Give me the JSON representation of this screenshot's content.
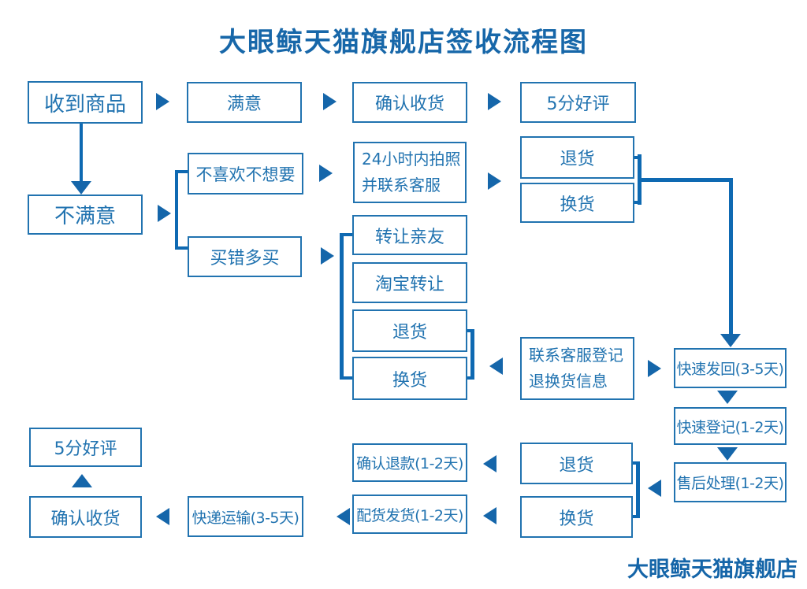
{
  "title": "大眼鲸天猫旗舰店签收流程图",
  "footer": "大眼鲸天猫旗舰店",
  "colors": {
    "title_blue": "#1767a9",
    "box_border_blue": "#2173b0",
    "connector_blue": "#0e69b2",
    "arrow_blue": "#1566aa",
    "background": "#ffffff"
  },
  "nodes": {
    "receive": "收到商品",
    "satisfied": "满意",
    "confirm_receipt_top": "确认收货",
    "five_star_top": "5分好评",
    "unsatisfied": "不满意",
    "dislike": "不喜欢不想要",
    "photo_24h_line1": "24小时内拍照",
    "photo_24h_line2": "并联系客服",
    "return_top": "退货",
    "exchange_top": "换货",
    "wrong_buy": "买错多买",
    "transfer_friends": "转让亲友",
    "taobao_transfer": "淘宝转让",
    "return_mid": "退货",
    "exchange_mid": "换货",
    "contact_cs_line1": "联系客服登记",
    "contact_cs_line2": "退换货信息",
    "fast_return": "快速发回(3-5天)",
    "fast_register": "快速登记(1-2天)",
    "aftersales": "售后处理(1-2天)",
    "return_bottom": "退货",
    "exchange_bottom": "换货",
    "confirm_refund": "确认退款(1-2天)",
    "dispatch": "配货发货(1-2天)",
    "five_star_bottom": "5分好评",
    "confirm_receipt_bottom": "确认收货",
    "express": "快递运输(3-5天)"
  },
  "edges": [
    "收到商品 → 满意 → 确认收货 → 5分好评",
    "收到商品 ↓ 不满意",
    "不满意 → {不喜欢不想要, 买错多买}",
    "不喜欢不想要 → 24小时内拍照并联系客服 → {退货, 换货} → 快速发回(3-5天)",
    "买错多买 → {转让亲友, 淘宝转让, 退货, 换货}",
    "联系客服登记退换货信息 ← 与退货/换货相连",
    "联系客服登记退换货信息 → 快速发回(3-5天)",
    "快速发回(3-5天) ↓ 快速登记(1-2天) ↓ 售后处理(1-2天) → {退货, 换货}",
    "退货 → 确认退款(1-2天)",
    "换货 → 配货发货(1-2天) → 快递运输(3-5天) → 确认收货 ↑ 5分好评"
  ]
}
